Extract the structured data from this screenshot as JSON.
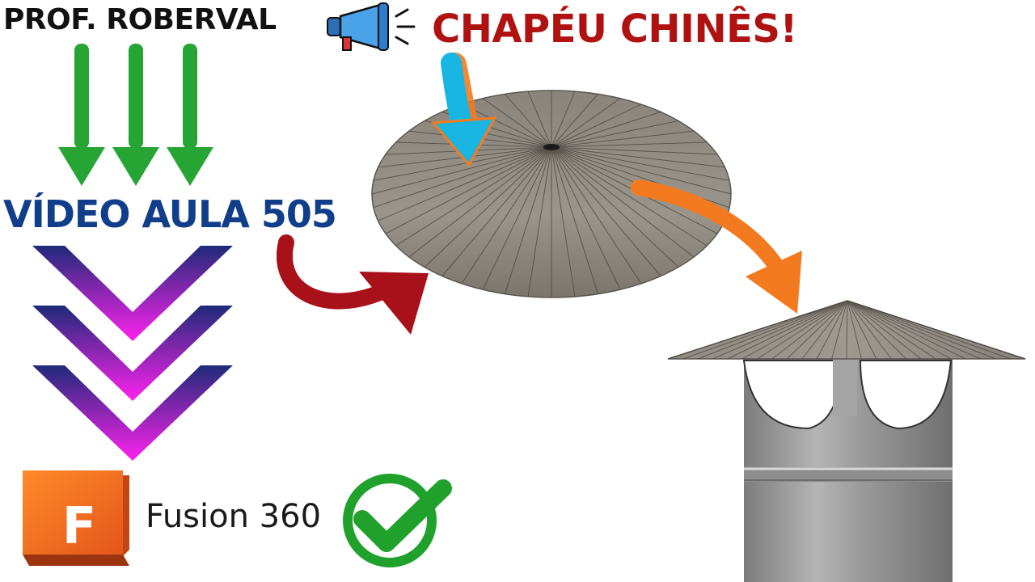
{
  "header": {
    "author": "PROF. ROBERVAL",
    "title": "CHAPÉU CHINÊS!"
  },
  "lesson": {
    "label": "VÍDEO AULA 505"
  },
  "software": {
    "logo_letter": "F",
    "name": "Fusion 360"
  },
  "icons": {
    "megaphone": "megaphone-icon",
    "check": "check-circle-icon",
    "logo": "fusion-logo-icon"
  },
  "colors": {
    "title_red": "#b01212",
    "lesson_blue": "#113e8a",
    "arrow_green": "#27a534",
    "chevron_start": "#1e2a78",
    "chevron_end": "#ff22ee",
    "arrow_red": "#a8101a",
    "arrow_orange": "#f47a1f",
    "arrow_cyan": "#19b6e3",
    "check_green": "#1fa12c",
    "logo_orange": "#f26a1b"
  }
}
